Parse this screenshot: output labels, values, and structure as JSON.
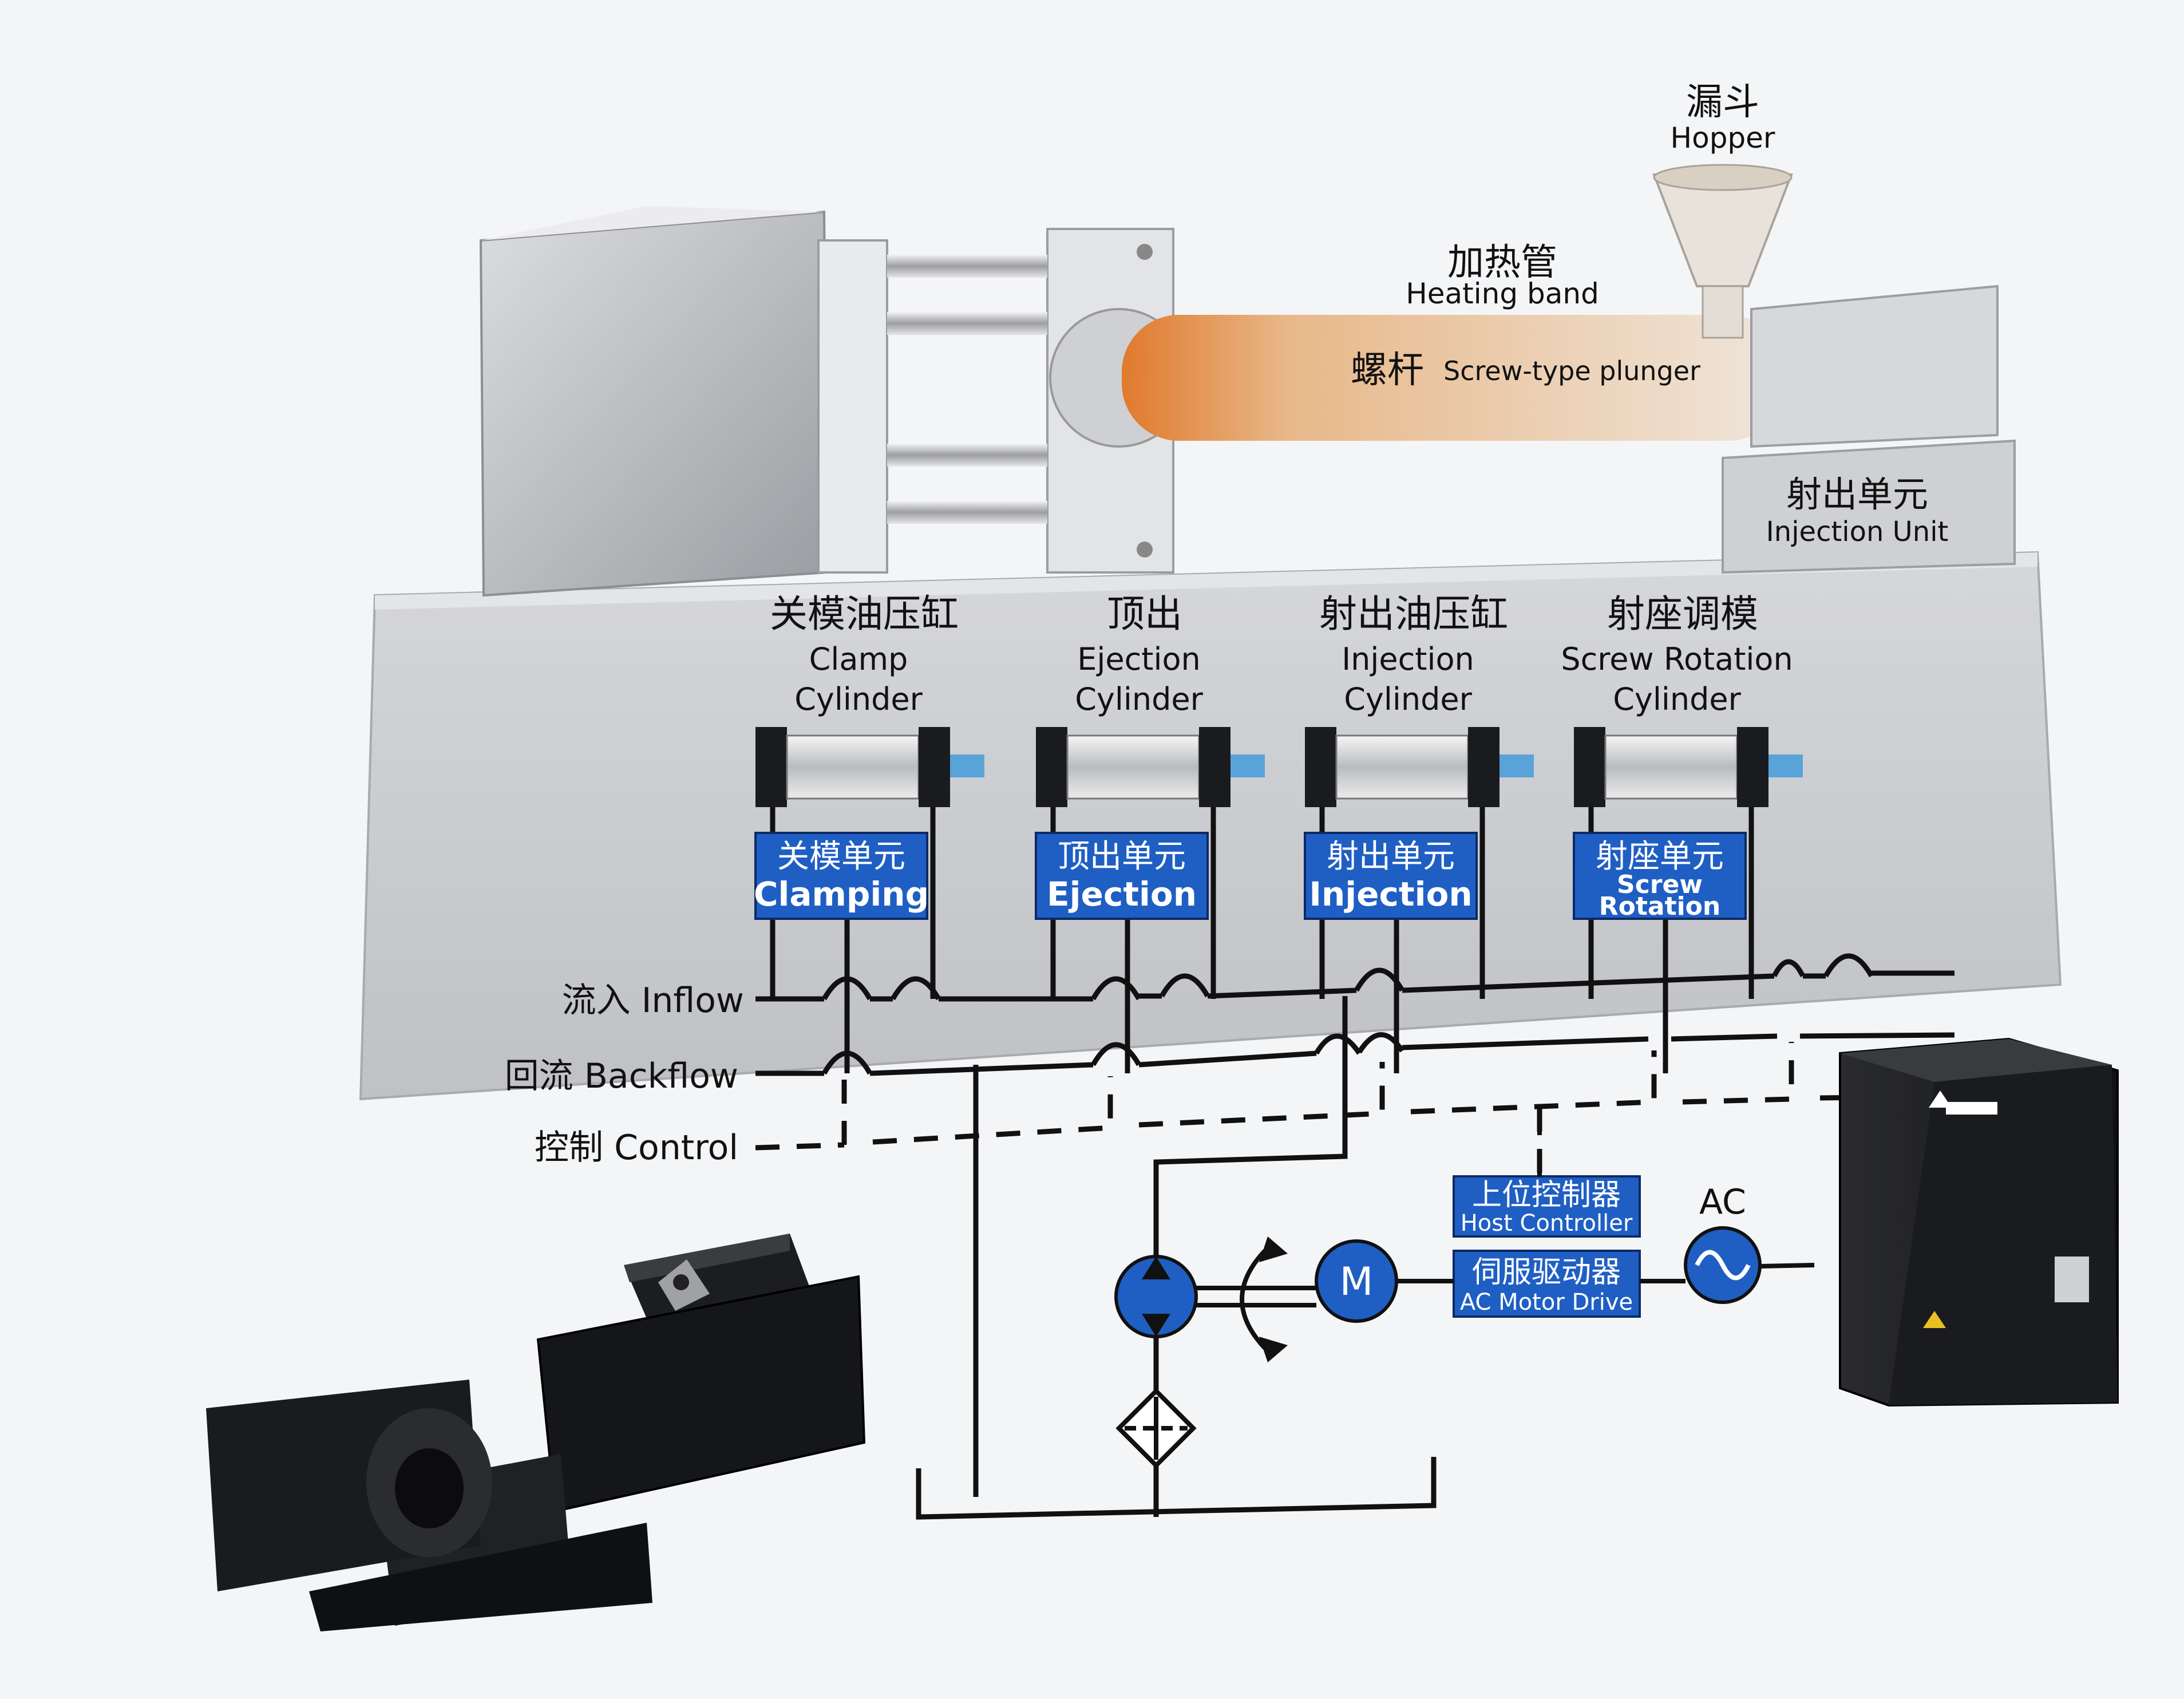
{
  "labels": {
    "hopper_cn": "漏斗",
    "hopper_en": "Hopper",
    "heating_cn": "加热管",
    "heating_en": "Heating band",
    "screw_cn": "螺杆",
    "screw_en": "Screw-type plunger",
    "injection_unit_cn": "射出单元",
    "injection_unit_en": "Injection Unit",
    "inflow": "流入 Inflow",
    "backflow": "回流 Backflow",
    "control": "控制 Control",
    "ac": "AC",
    "motor": "M"
  },
  "cylinders": [
    {
      "title_cn": "关模油压缸",
      "title_en_1": "Clamp",
      "title_en_2": "Cylinder",
      "box_cn": "关模单元",
      "box_en_1": "Clamping",
      "box_en_2": ""
    },
    {
      "title_cn": "顶出",
      "title_en_1": "Ejection",
      "title_en_2": "Cylinder",
      "box_cn": "顶出单元",
      "box_en_1": "Ejection",
      "box_en_2": ""
    },
    {
      "title_cn": "射出油压缸",
      "title_en_1": "Injection",
      "title_en_2": "Cylinder",
      "box_cn": "射出单元",
      "box_en_1": "Injection",
      "box_en_2": ""
    },
    {
      "title_cn": "射座调模",
      "title_en_1": "Screw Rotation",
      "title_en_2": "Cylinder",
      "box_cn": "射座单元",
      "box_en_1": "Screw",
      "box_en_2": "Rotation"
    }
  ],
  "host_controller": {
    "cn": "上位控制器",
    "en": "Host Controller"
  },
  "motor_drive": {
    "cn": "伺服驱动器",
    "en": "AC Motor Drive"
  },
  "colors": {
    "blue": "#1f5fc4",
    "line": "#111111",
    "panel": "#c9cbcf"
  }
}
